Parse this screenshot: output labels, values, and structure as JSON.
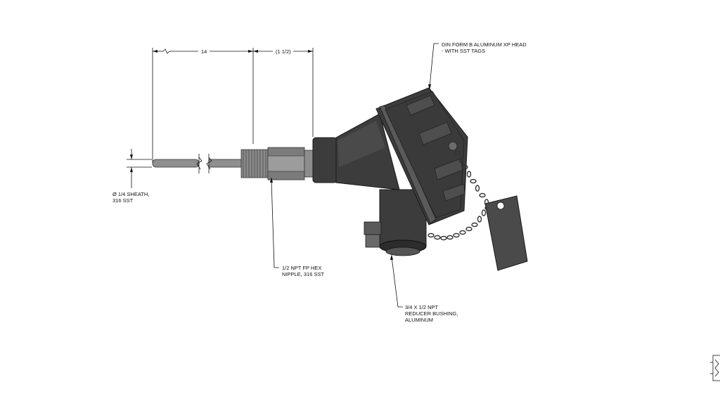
{
  "dimensions": {
    "probe_length": "14",
    "thread_length": "(1 1/2)"
  },
  "callouts": {
    "head_line1": "DIN FORM B ALUMINUM XP HEAD",
    "head_line2": "- WITH SST TAGS",
    "sheath_line1": "Ø 1/4 SHEATH,",
    "sheath_line2": "316 SST",
    "nipple_line1": "1/2 NPT FP HEX",
    "nipple_line2": "NIPPLE, 316 SST",
    "bushing_line1": "3/4 X 1/2 NPT",
    "bushing_line2": "REDUCER BUSHING,",
    "bushing_line3": "ALUMINUM"
  },
  "colors": {
    "head": "#3c3c3c",
    "steel": "#8f8f8f",
    "tag": "#4a4a4a"
  }
}
